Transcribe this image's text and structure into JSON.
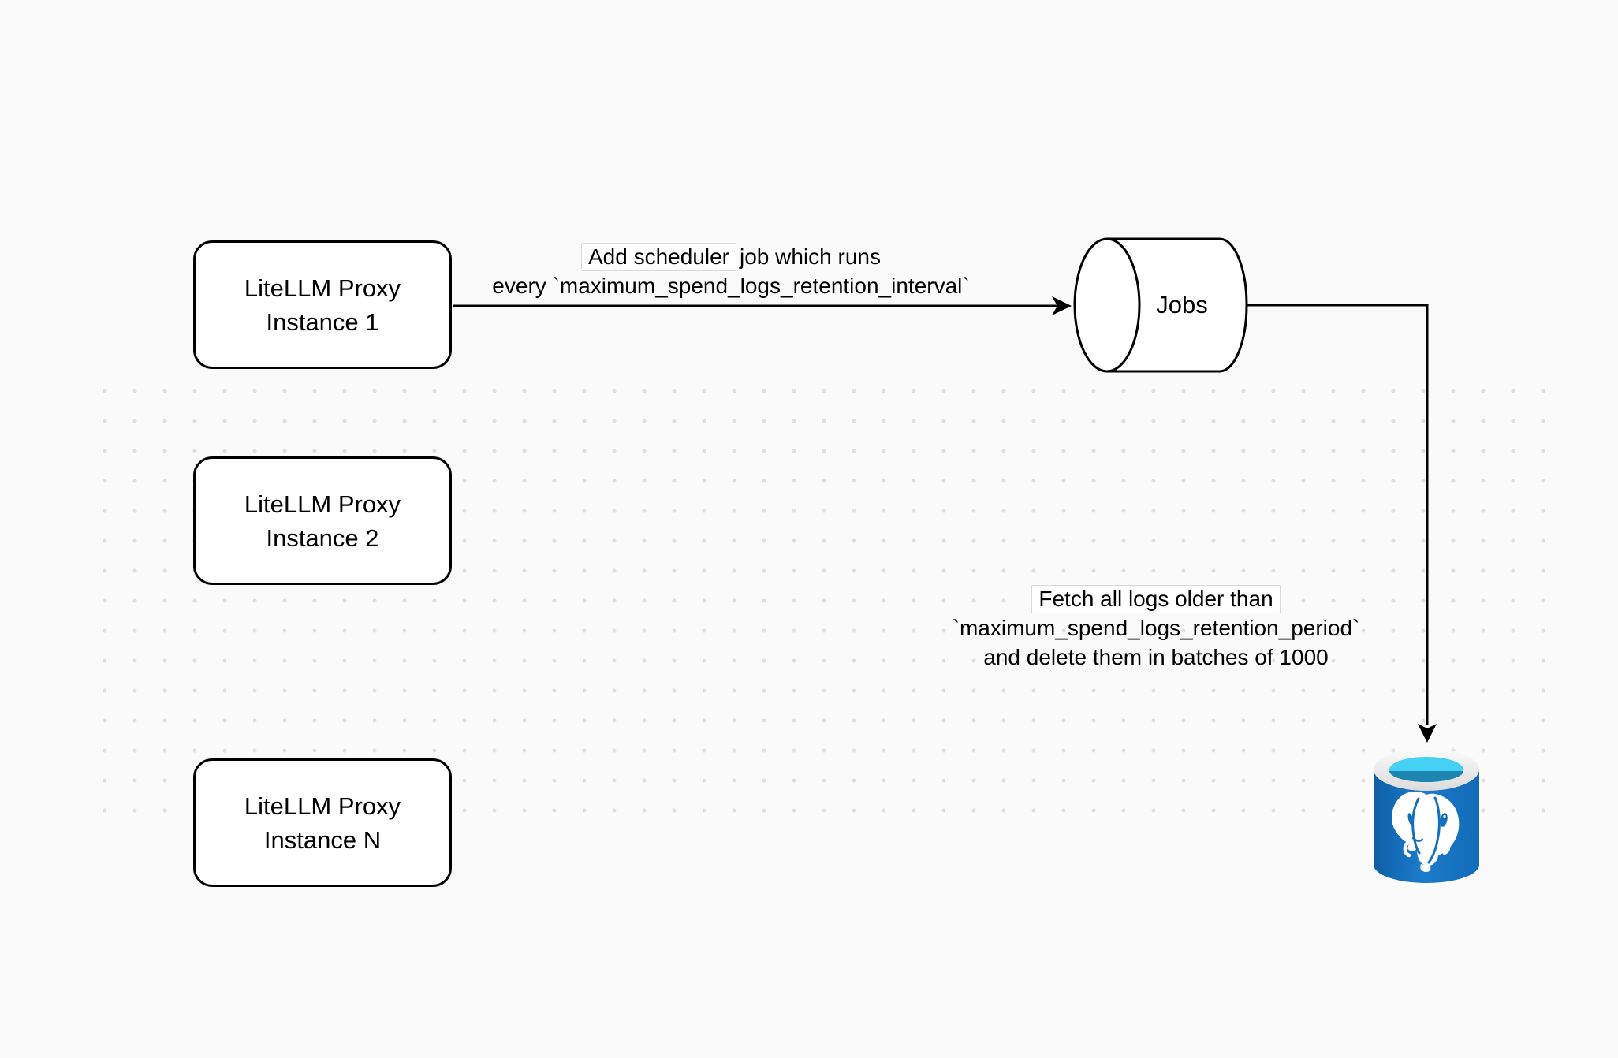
{
  "diagram": {
    "background": "#fafafa",
    "dot_color": "#e0e0e0",
    "stroke_color": "#000000",
    "node_fill": "#ffffff",
    "postgres_body_blue": "#1470bb",
    "postgres_rim_gray": "#ececec",
    "postgres_opening_cyan": "#45d1f5",
    "postgres_opening_teal": "#1e84b0",
    "nodes": {
      "instance1": {
        "line1": "LiteLLM Proxy",
        "line2": "Instance 1"
      },
      "instance2": {
        "line1": "LiteLLM Proxy",
        "line2": "Instance 2"
      },
      "instanceN": {
        "line1": "LiteLLM Proxy",
        "line2": "Instance N"
      },
      "jobs": {
        "label": "Jobs"
      }
    },
    "edges": {
      "scheduler": {
        "line1_boxed": "Add scheduler",
        "line1_rest": "job which runs",
        "line2": "every `maximum_spend_logs_retention_interval`"
      },
      "fetch": {
        "line1": "Fetch all logs older than",
        "line2": "`maximum_spend_logs_retention_period`",
        "line3": "and delete them in batches of 1000"
      }
    }
  }
}
